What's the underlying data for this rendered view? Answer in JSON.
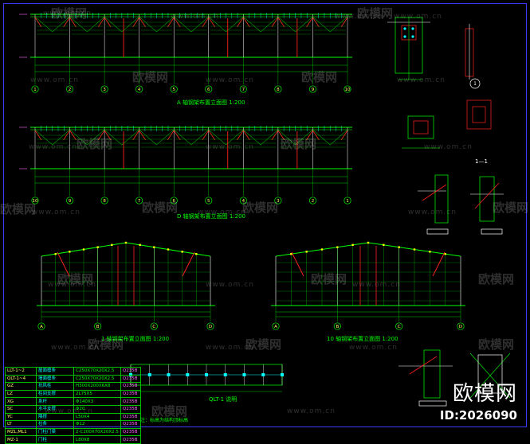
{
  "watermark": {
    "url": "www.om.cn",
    "brand": "欧模网"
  },
  "corner": {
    "brand": "欧模网",
    "id": "ID:2026090"
  },
  "elevations": {
    "top_axes": [
      "1",
      "2",
      "3",
      "4",
      "5",
      "6",
      "7",
      "8",
      "9",
      "10"
    ],
    "mid_axes": [
      "10",
      "9",
      "8",
      "7",
      "6",
      "5",
      "4",
      "3",
      "2",
      "1"
    ],
    "section_axes": [
      "A",
      "B",
      "C",
      "D"
    ],
    "title_a": "A 轴钢架布置立面图 1:200",
    "title_b": "D 轴钢架布置立面图 1:200",
    "title_c": "1 轴钢架布置立面图 1:200",
    "title_d": "10 轴钢架布置立面图 1:200"
  },
  "details": {
    "section_label": "1—1",
    "detail_label": "1"
  },
  "legend": {
    "rows": [
      [
        "LLT-1~2",
        "屋面檩条",
        "C250X70X20X2.5",
        "Q235B"
      ],
      [
        "QLT-1~4",
        "墙面檩条",
        "C250X70X20X2.5",
        "Q235B"
      ],
      [
        "GZ",
        "抗风柱",
        "H300X200X6X8",
        "Q235B"
      ],
      [
        "LZ",
        "柱间支撑",
        "2L75X5",
        "Q235B"
      ],
      [
        "XG",
        "系杆",
        "Φ140X3",
        "Q235B"
      ],
      [
        "SC",
        "水平支撑",
        "Φ20",
        "Q235B"
      ],
      [
        "YC",
        "隅撑",
        "L50X4",
        "Q235B"
      ],
      [
        "LT",
        "拉条",
        "Φ12",
        "Q235B"
      ],
      [
        "MZL,ML1",
        "门柱门梁",
        "2-C200X70X20X2.5",
        "Q235B"
      ],
      [
        "MZ-1",
        "门柱",
        "L80X8",
        "Q235B"
      ]
    ],
    "note": "注：标高为结构顶标高"
  },
  "bracing": {
    "label": "QLT-1 说明"
  }
}
